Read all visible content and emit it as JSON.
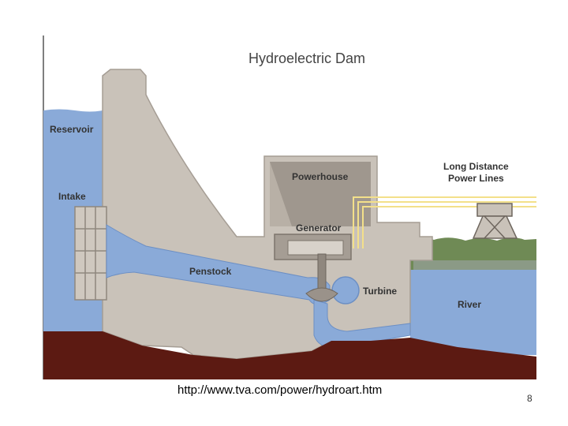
{
  "diagram": {
    "title": "Hydroelectric Dam",
    "labels": {
      "reservoir": "Reservoir",
      "intake": "Intake",
      "powerhouse": "Powerhouse",
      "generator": "Generator",
      "penstock": "Penstock",
      "turbine": "Turbine",
      "river": "River",
      "power_lines_line1": "Long Distance",
      "power_lines_line2": "Power Lines"
    },
    "colors": {
      "water": "#8aaad8",
      "water_dark": "#6c8fc4",
      "concrete": "#c9c2b9",
      "concrete_dark": "#a59d94",
      "ground": "#5c1a12",
      "wire": "#f3e08a",
      "shrubs": "#6f8a55"
    }
  },
  "footer": {
    "source_url": "http://www.tva.com/power/hydroart.htm",
    "page_number": "8"
  }
}
